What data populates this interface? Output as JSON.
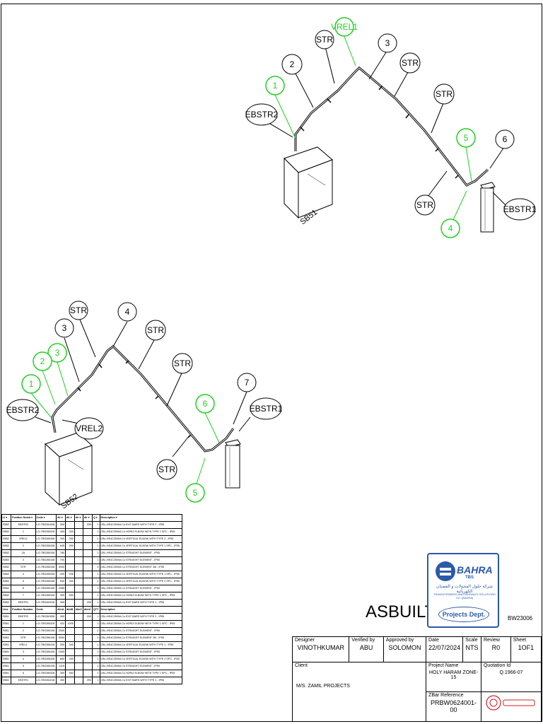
{
  "top_assembly": {
    "tag": "SB51",
    "callouts": {
      "vrel1": "VREL1",
      "str_a": "STR",
      "n3": "3",
      "str_b": "STR",
      "n2": "2",
      "n1": "1",
      "str_c": "STR",
      "ebstr2": "EBSTR2",
      "n5": "5",
      "n6": "6",
      "str_d": "STR",
      "ebstr1": "EBSTR1",
      "n4": "4"
    }
  },
  "bottom_assembly": {
    "tag": "SB52",
    "callouts": {
      "str_a": "STR",
      "n4": "4",
      "n3a": "3",
      "str_b": "STR",
      "n3b": "3",
      "n2": "2",
      "str_c": "STR",
      "n1": "1",
      "n7": "7",
      "n6": "6",
      "ebstr1": "EBSTR1",
      "ebstr2": "EBSTR2",
      "vrel2": "VREL2",
      "str_d": "STR",
      "n5": "5"
    }
  },
  "bom": {
    "headers1": [
      "Li ▾",
      "Position Numb ▾",
      "Code ▾",
      "dir ▾",
      "dir ▾",
      "dir ▾",
      "dir ▾",
      "Q ▾",
      "Description ▾"
    ],
    "rows1": [
      [
        "SB52",
        "EBSTR2",
        "LG-TBS281008",
        "300",
        "",
        "",
        "200",
        "1",
        "CBL-HE4C2500A Cu EXIT BARS WITH TYPE 2 - IP55"
      ],
      [
        "SB52",
        "1",
        "LG-TBS280328",
        "300",
        "300",
        "",
        "",
        "1",
        "CBL-HE4C2500A Cu HORIZ ELBOW WITH TYPE 1 SPC - IP55"
      ],
      [
        "SB52",
        "VREL2",
        "LG-TBS280408",
        "300",
        "300",
        "",
        "",
        "1",
        "CBL-HE4C2500A Cu VERTICAL ELBOW WITH TYPE 2 - IP55"
      ],
      [
        "SB52",
        "2",
        "LG-TBS280438",
        "645",
        "300",
        "",
        "",
        "1",
        "CBL-HE4C2500A Cu VERTICAL ELBOW WITH TYPE 1 SPC - IP55"
      ],
      [
        "SB52",
        "2A",
        "LG-TBS280108",
        "780",
        "",
        "",
        "",
        "1",
        "CBL-HE4C2500A Cu STRAIGHT ELEMENT - IP55"
      ],
      [
        "SB52",
        "3",
        "LG-TBS280108",
        "700",
        "",
        "",
        "",
        "1",
        "CBL-HE4C2500A Cu STRAIGHT ELEMENT - IP55"
      ],
      [
        "SB52",
        "STR",
        "LG-TBS280108",
        "3000",
        "",
        "",
        "",
        "4",
        "CBL-HE4C2500A Cu STRAIGHT ELEMENT 3M - IP55"
      ],
      [
        "SB52",
        "4",
        "LG-TBS280438",
        "300",
        "938",
        "",
        "",
        "1",
        "CBL-HE4C2500A Cu VERTICAL ELBOW WITH TYPE 1 SPC - IP55"
      ],
      [
        "SB52",
        "5",
        "LG-TBS280438",
        "540",
        "300",
        "",
        "",
        "1",
        "CBL-HE4C2500A Cu VERTICAL ELBOW WITH TYPE 2 SPC - IP55"
      ],
      [
        "SB52",
        "6",
        "LG-TBS280108",
        "2085",
        "",
        "",
        "",
        "1",
        "CBL-HE4C2500A Cu STRAIGHT ELEMENT - IP55"
      ],
      [
        "SB52",
        "7",
        "LG-TBS280328",
        "300",
        "553",
        "",
        "",
        "1",
        "CBL-HE4C2500A Cu HORIZ ELBOW WITH TYPE 1 SPC - IP55"
      ],
      [
        "SB52",
        "EBSTR1",
        "LG-TBS281018",
        "300",
        "",
        "",
        "200",
        "1",
        "CBL-HE4C2500A Cu EXIT BARS WITH TYPE 1 - IP55"
      ]
    ],
    "headers2": [
      "Line",
      "Position Number",
      "Code",
      "dimA",
      "dimB",
      "dimC",
      "dimU",
      "QTY",
      "Description"
    ],
    "rows2": [
      [
        "SB51",
        "EBSTR2",
        "LG-TBS281008",
        "300",
        "",
        "",
        "200",
        "1",
        "CBL-HE4C2500A Cu EXIT BARS WITH TYPE 2 - IP55"
      ],
      [
        "SB51",
        "1",
        "LG-TBS280328",
        "432",
        "1005",
        "",
        "",
        "1",
        "CBL-HE4C2500A Cu HORIZ ELBOW WITH TYPE 1 SPC - IP55"
      ],
      [
        "SB51",
        "2",
        "LG-TBS280108",
        "2500",
        "",
        "",
        "",
        "1",
        "CBL-HE4C2500A Cu STRAIGHT ELEMENT - IP55"
      ],
      [
        "SB51",
        "STR",
        "LG-TBS280108",
        "3000",
        "",
        "",
        "",
        "4",
        "CBL-HE4C2500A Cu STRAIGHT ELEMENT 3M - IP55"
      ],
      [
        "SB51",
        "VREL1",
        "LG-TBS280418",
        "300",
        "340",
        "",
        "",
        "1",
        "CBL-HE4C2500A Cu VERTICAL ELBOW WITH TYPE 1 - IP55"
      ],
      [
        "SB51",
        "3",
        "LG-TBS280108",
        "1500",
        "",
        "",
        "",
        "1",
        "CBL-HE4C2500A Cu STRAIGHT ELEMENT - IP55"
      ],
      [
        "SB51",
        "4",
        "LG-TBS280428",
        "850",
        "300",
        "",
        "",
        "1",
        "CBL-HE4C2500A Cu VERTICAL ELBOW WITH TYPE 2 SPC - IP55"
      ],
      [
        "SB51",
        "5",
        "LG-TBS280108",
        "1115",
        "",
        "",
        "",
        "1",
        "CBL-HE4C2500A Cu STRAIGHT ELEMENT - IP55"
      ],
      [
        "SB51",
        "6",
        "LG-TBS280328",
        "300",
        "553",
        "",
        "",
        "1",
        "CBL-HE4C2500A Cu HORIZ ELBOW WITH TYPE 1 SPC - IP55"
      ],
      [
        "SB51",
        "EBSTR1",
        "LG-TBS281018",
        "300",
        "",
        "",
        "200",
        "1",
        "CBL-HE4C2500A Cu EXIT BARS WITH TYPE 1 - IP55"
      ]
    ]
  },
  "stamp": "ASBUILT",
  "drawing_number": "BW23006",
  "logo": {
    "brand": "BAHRA",
    "sub": "TBS",
    "arabic": "شركة حلول المحولات و القضبان الكهربائية",
    "english": "TRANSFORMERS AND BUSWAYS SOLUTIONS CO. (BAHRA)",
    "dept": "Projects Dept."
  },
  "title_block": {
    "designer_label": "Designer",
    "designer": "VINOTHKUMAR",
    "verified_label": "Verified by",
    "verified": "ABU",
    "approved_label": "Approved by",
    "approved": "SOLOMON",
    "date_label": "Date",
    "date": "22/07/2024",
    "scale_label": "Scale",
    "scale": "NTS",
    "review_label": "Review",
    "review": "R0",
    "sheet_label": "Sheet",
    "sheet": "1OF1",
    "client_label": "Client",
    "client": "M/S. ZAMIL PROJECTS",
    "project_label": "Project Name",
    "project": "HOLY HARAM ZONE-15",
    "quotation_label": "Quotation Id",
    "quotation": "Q.1966-07",
    "zbar_label": "ZBar Reference",
    "zbar": "PRBW0624001-00"
  },
  "colors": {
    "callout_green": "#1fd11f",
    "logo_blue": "#2a5aa8",
    "logo_red": "#d0202a"
  }
}
